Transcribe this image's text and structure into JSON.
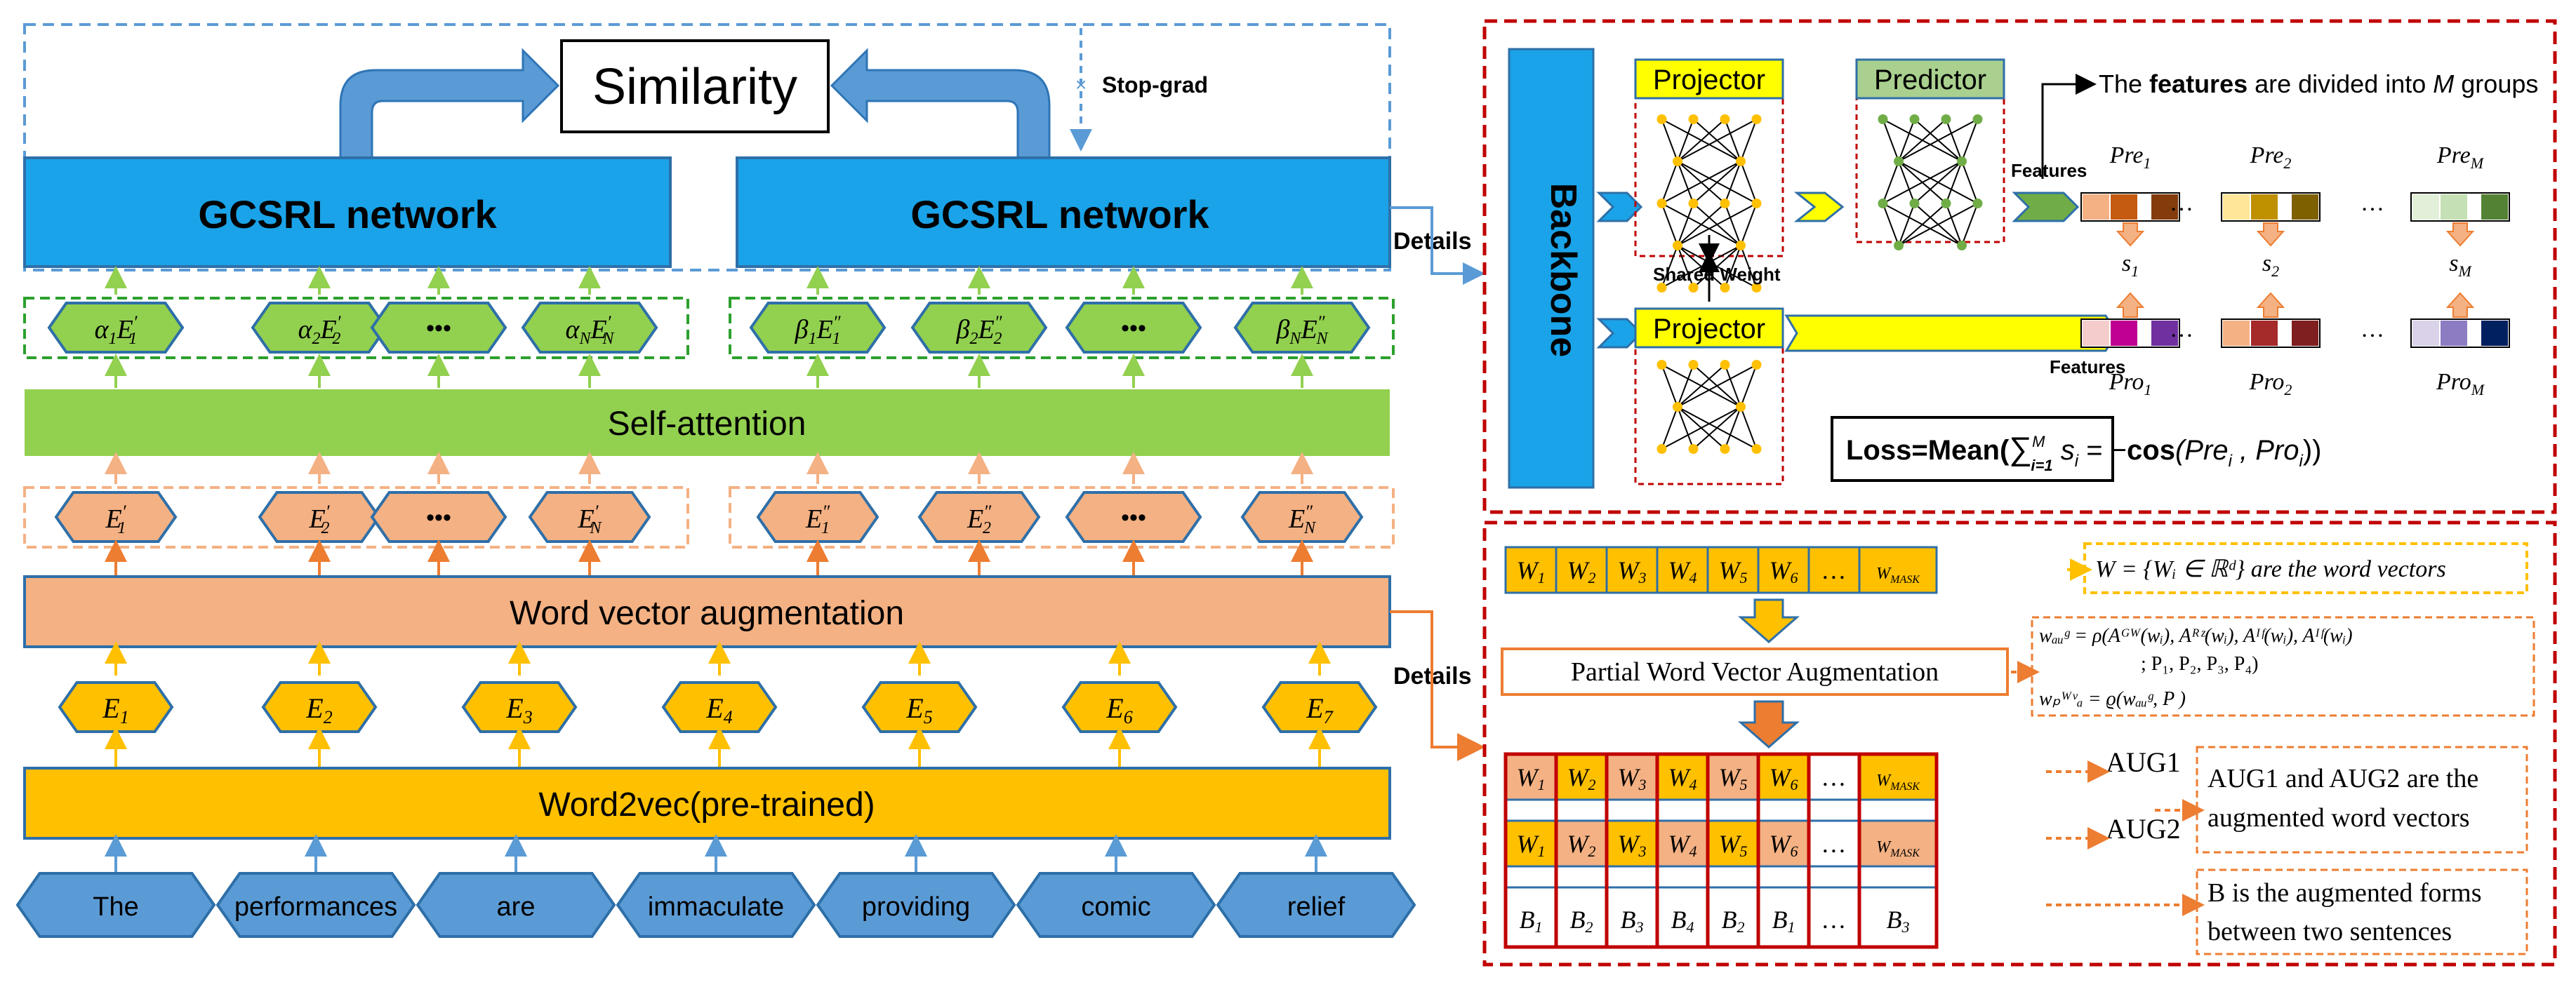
{
  "left": {
    "similarity": "Similarity",
    "stop_grad": "Stop-grad",
    "gcsrl": [
      "GCSRL network",
      "GCSRL network"
    ],
    "details": [
      "Details",
      "Details"
    ],
    "self_attention": "Self-attention",
    "word_vector_aug": "Word vector augmentation",
    "word2vec": "Word2vec(pre-trained)",
    "ellipsis": "•••",
    "attn_left": [
      {
        "c": "α",
        "s": "1",
        "e": "E",
        "es": "1",
        "p": "′"
      },
      {
        "c": "α",
        "s": "2",
        "e": "E",
        "es": "2",
        "p": "′"
      },
      {
        "c": "α",
        "s": "N",
        "e": "E",
        "es": "N",
        "p": "′"
      }
    ],
    "attn_right": [
      {
        "c": "β",
        "s": "1",
        "e": "E",
        "es": "1",
        "p": "″"
      },
      {
        "c": "β",
        "s": "2",
        "e": "E",
        "es": "2",
        "p": "″"
      },
      {
        "c": "β",
        "s": "N",
        "e": "E",
        "es": "N",
        "p": "″"
      }
    ],
    "aug_left": [
      {
        "e": "E",
        "es": "1",
        "p": "′"
      },
      {
        "e": "E",
        "es": "2",
        "p": "′"
      },
      {
        "e": "E",
        "es": "N",
        "p": "′"
      }
    ],
    "aug_right": [
      {
        "e": "E",
        "es": "1",
        "p": "″"
      },
      {
        "e": "E",
        "es": "2",
        "p": "″"
      },
      {
        "e": "E",
        "es": "N",
        "p": "″"
      }
    ],
    "embeddings": [
      {
        "e": "E",
        "es": "1"
      },
      {
        "e": "E",
        "es": "2"
      },
      {
        "e": "E",
        "es": "3"
      },
      {
        "e": "E",
        "es": "4"
      },
      {
        "e": "E",
        "es": "5"
      },
      {
        "e": "E",
        "es": "6"
      },
      {
        "e": "E",
        "es": "7"
      }
    ],
    "words": [
      "The",
      "performances",
      "are",
      "immaculate",
      "providing",
      "comic",
      "relief"
    ]
  },
  "top_right": {
    "backbone": "Backbone",
    "projector": "Projector",
    "predictor": "Predictor",
    "shared_weight": "Shared Weight",
    "features": "Features",
    "divided_prefix": "The ",
    "divided_bold": "features",
    "divided_mid": " are divided into ",
    "divided_m": "M",
    "divided_suffix": " groups",
    "pre_labels": [
      {
        "b": "Pre",
        "s": "1"
      },
      {
        "b": "Pre",
        "s": "2"
      },
      {
        "b": "Pre",
        "s": "M"
      }
    ],
    "pro_labels": [
      {
        "b": "Pro",
        "s": "1"
      },
      {
        "b": "Pro",
        "s": "2"
      },
      {
        "b": "Pro",
        "s": "M"
      }
    ],
    "s_labels": [
      {
        "b": "s",
        "s": "1"
      },
      {
        "b": "s",
        "s": "2"
      },
      {
        "b": "s",
        "s": "M"
      }
    ],
    "dots": "…",
    "loss": {
      "a": "Loss=Mean(",
      "sum": "∑",
      "sup": "M",
      "sub": "i=1",
      "b": " s",
      "bs": "i",
      "c": " = −",
      "cos": "cos",
      "d": "(Pre",
      "ds": "i",
      "e": " , Pro",
      "es": "i",
      "f": "))"
    }
  },
  "bottom_right": {
    "w_cells": [
      {
        "b": "W",
        "s": "1"
      },
      {
        "b": "W",
        "s": "2"
      },
      {
        "b": "W",
        "s": "3"
      },
      {
        "b": "W",
        "s": "4"
      },
      {
        "b": "W",
        "s": "5"
      },
      {
        "b": "W",
        "s": "6"
      },
      {
        "b": "…",
        "s": ""
      },
      {
        "b": "W",
        "s": "MASK"
      }
    ],
    "w_def": "W = {Wᵢ ∈ ℝᵈ} are the word vectors",
    "pwva_box": "Partial Word Vector Augmentation",
    "formula_1": "wₐᵤᵍ = ρ(Aᴳᵂ(wᵢ), Aᴿᶻ(wᵢ), Aᴵᶠ(wᵢ), Aᴵᶠ(wᵢ)",
    "formula_2": "; P₁, P₂, P₃, P₄)",
    "formula_3": "wₚᵂᵛₐ = ϱ(wₐᵤᵍ, P )",
    "aug1": "AUG1",
    "aug2": "AUG2",
    "aug_note_1": "AUG1 and AUG2 are the",
    "aug_note_2": "augmented word vectors",
    "b_cells": [
      {
        "b": "B",
        "s": "1"
      },
      {
        "b": "B",
        "s": "2"
      },
      {
        "b": "B",
        "s": "3"
      },
      {
        "b": "B",
        "s": "4"
      },
      {
        "b": "B",
        "s": "2"
      },
      {
        "b": "B",
        "s": "1"
      },
      {
        "b": "…",
        "s": ""
      },
      {
        "b": "B",
        "s": "3"
      }
    ],
    "b_note_1": "B is the augmented forms",
    "b_note_2": "between two sentences"
  },
  "colors": {
    "blue": "#1aa3e8",
    "blue_dark": "#2e6fa8",
    "green": "#92d050",
    "peach": "#f4b183",
    "orange": "#ffc000",
    "red": "#c00000",
    "yellow": "#ffff00"
  }
}
